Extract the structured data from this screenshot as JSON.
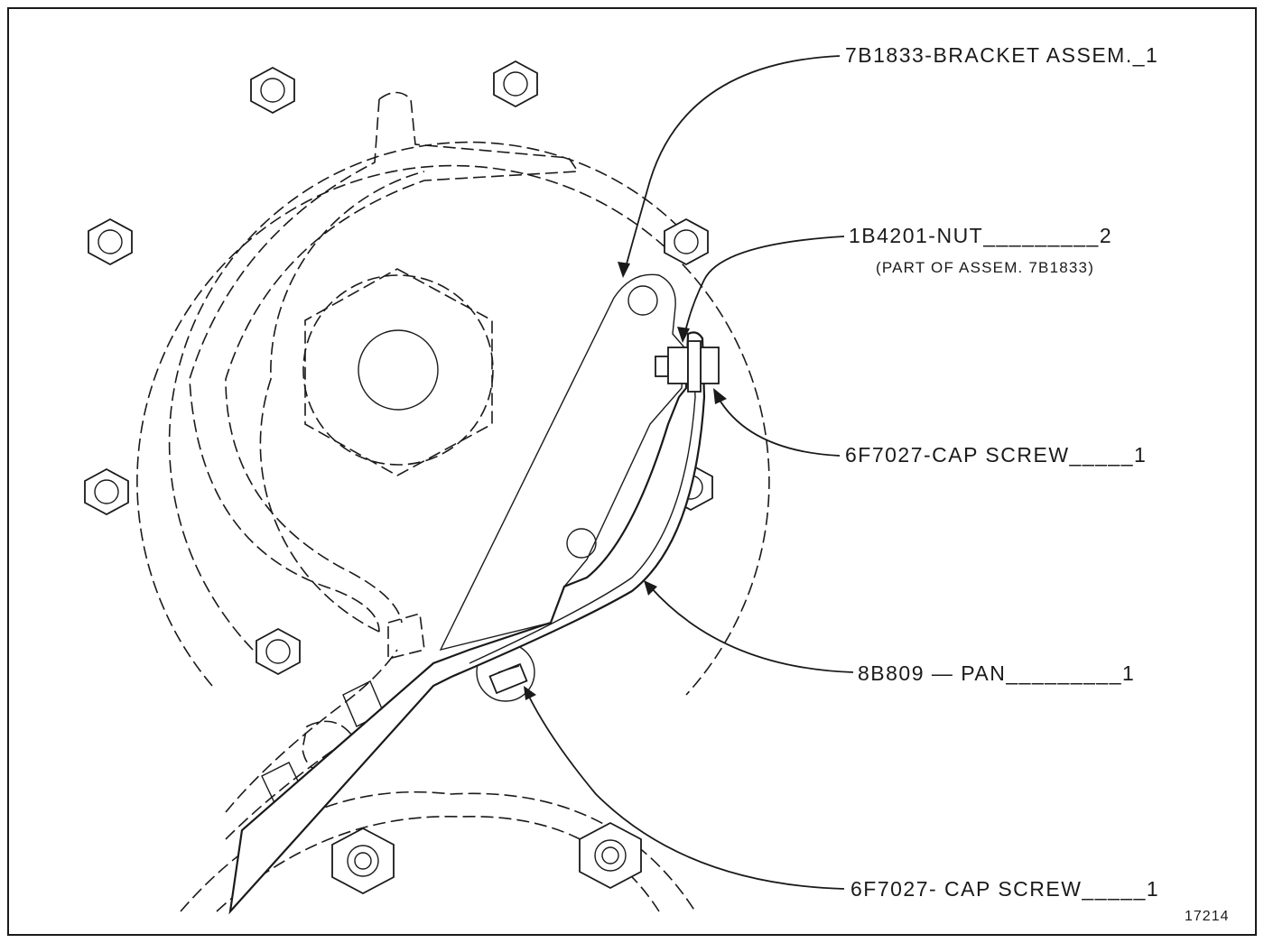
{
  "labels": {
    "bracket": "7B1833-BRACKET ASSEM._1",
    "nut": "1B4201-NUT_________2",
    "nut_note": "(PART OF ASSEM. 7B1833)",
    "cap_screw_upper": "6F7027-CAP SCREW_____1",
    "pan": "8B809 — PAN_________1",
    "cap_screw_lower": "6F7027- CAP SCREW_____1"
  },
  "figure_number": "17214"
}
